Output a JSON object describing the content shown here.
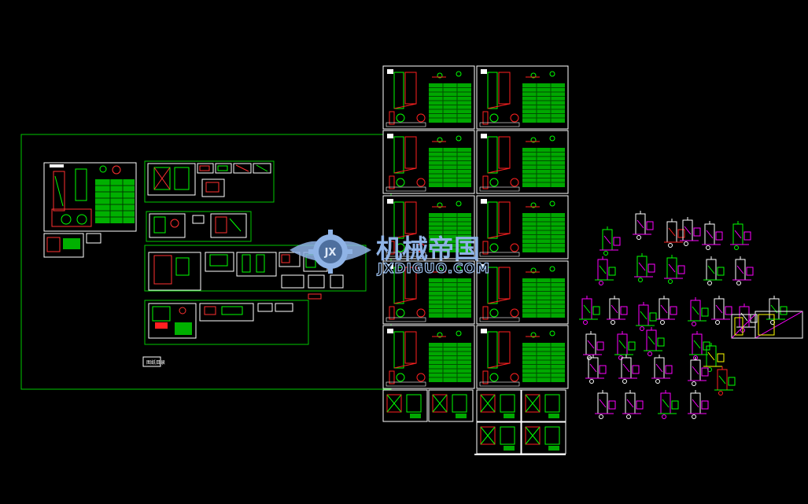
{
  "watermark": {
    "brand_cn": "机械帝国",
    "brand_en": "JXDIGUO.COM",
    "logo_letters": "JX"
  },
  "drawing_tags": {
    "left_block_tag": "图纸目录"
  },
  "colors": {
    "background": "#000000",
    "frame": "#00c800",
    "sheet_border": "#ffffff",
    "geometry_green": "#00ff00",
    "geometry_red": "#ff2020",
    "geometry_magenta": "#ff00ff",
    "geometry_cyan": "#00ffff",
    "geometry_yellow": "#ffff00",
    "watermark_blue": "#8fb3e6"
  }
}
